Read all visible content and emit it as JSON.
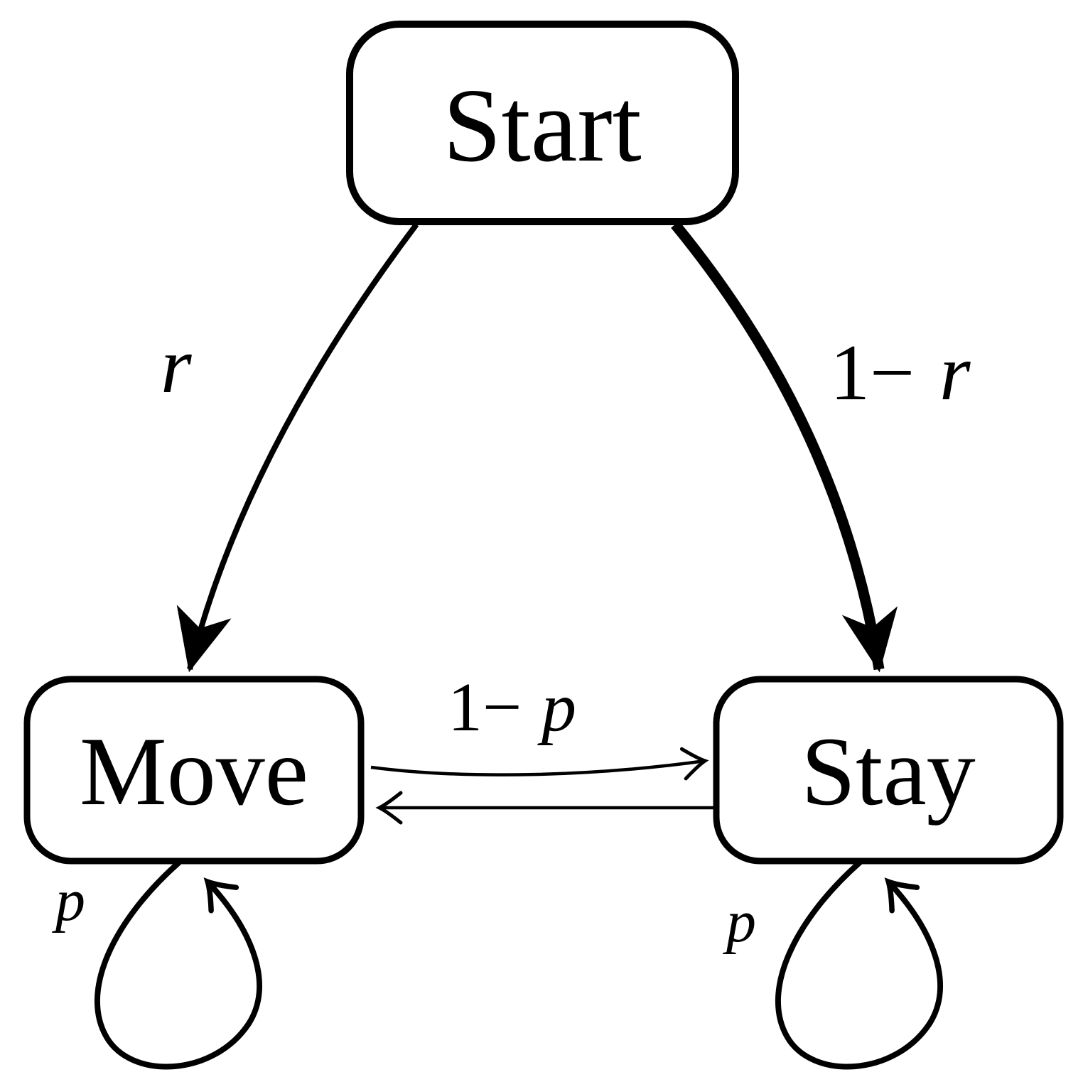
{
  "diagram": {
    "type": "state-transition-diagram",
    "background_color": "#ffffff",
    "ink_color": "#000000",
    "nodes": [
      {
        "id": "start",
        "label": "Start"
      },
      {
        "id": "move",
        "label": "Move"
      },
      {
        "id": "stay",
        "label": "Stay"
      }
    ],
    "edges": [
      {
        "from": "Start",
        "to": "Move",
        "label": "r",
        "style": "curved, filled arrowhead"
      },
      {
        "from": "Start",
        "to": "Stay",
        "label": "1−r",
        "label_parts": {
          "prefix": "1−",
          "variable": "r"
        },
        "style": "thick curved, filled arrowhead"
      },
      {
        "from": "Move",
        "to": "Stay",
        "label": "1−p",
        "label_parts": {
          "prefix": "1−",
          "variable": "p"
        },
        "style": "thin, open arrowhead"
      },
      {
        "from": "Stay",
        "to": "Move",
        "label": "",
        "style": "thin, open arrowhead"
      },
      {
        "from": "Move",
        "to": "Move",
        "label": "p",
        "style": "self-loop below node"
      },
      {
        "from": "Stay",
        "to": "Stay",
        "label": "p",
        "style": "self-loop below node"
      }
    ]
  }
}
